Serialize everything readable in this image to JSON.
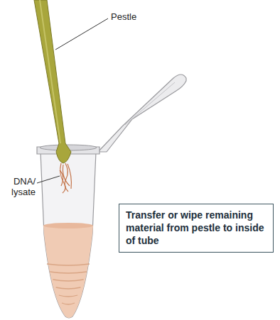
{
  "diagram": {
    "nodes": [
      {
        "text": [
          "Transfer or wipe remaining material from pestle to inside of tube"
        ]
      }
    ],
    "labels": [
      "Pestle",
      "DNA/ lysate"
    ]
  }
}
